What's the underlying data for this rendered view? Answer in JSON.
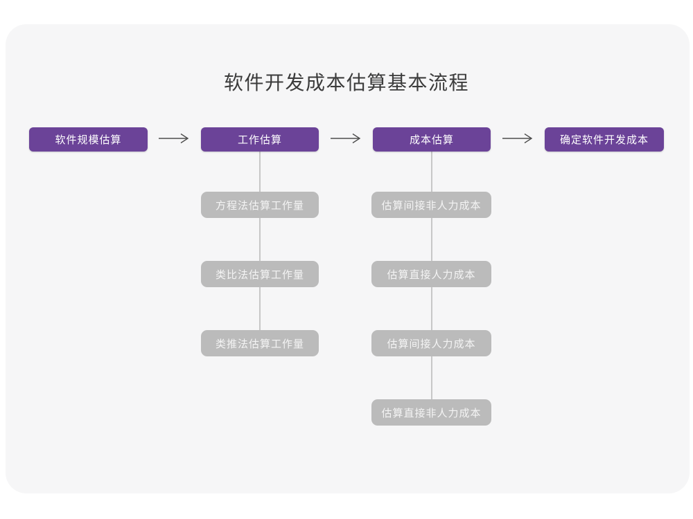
{
  "title": "软件开发成本估算基本流程",
  "colors": {
    "accent_purple": "#6b4398",
    "sub_box_gray": "#bbbbbb",
    "connector_gray": "#c7c7c7",
    "arrow_gray": "#4d4d4d",
    "card_background": "#f6f6f7",
    "page_background": "#ffffff"
  },
  "flow": {
    "stages": [
      {
        "label": "软件规模估算"
      },
      {
        "label": "工作估算",
        "children": [
          "方程法估算工作量",
          "类比法估算工作量",
          "类推法估算工作量"
        ]
      },
      {
        "label": "成本估算",
        "children": [
          "估算间接非人力成本",
          "估算直接人力成本",
          "估算间接人力成本",
          "估算直接非人力成本"
        ]
      },
      {
        "label": "确定软件开发成本"
      }
    ]
  }
}
